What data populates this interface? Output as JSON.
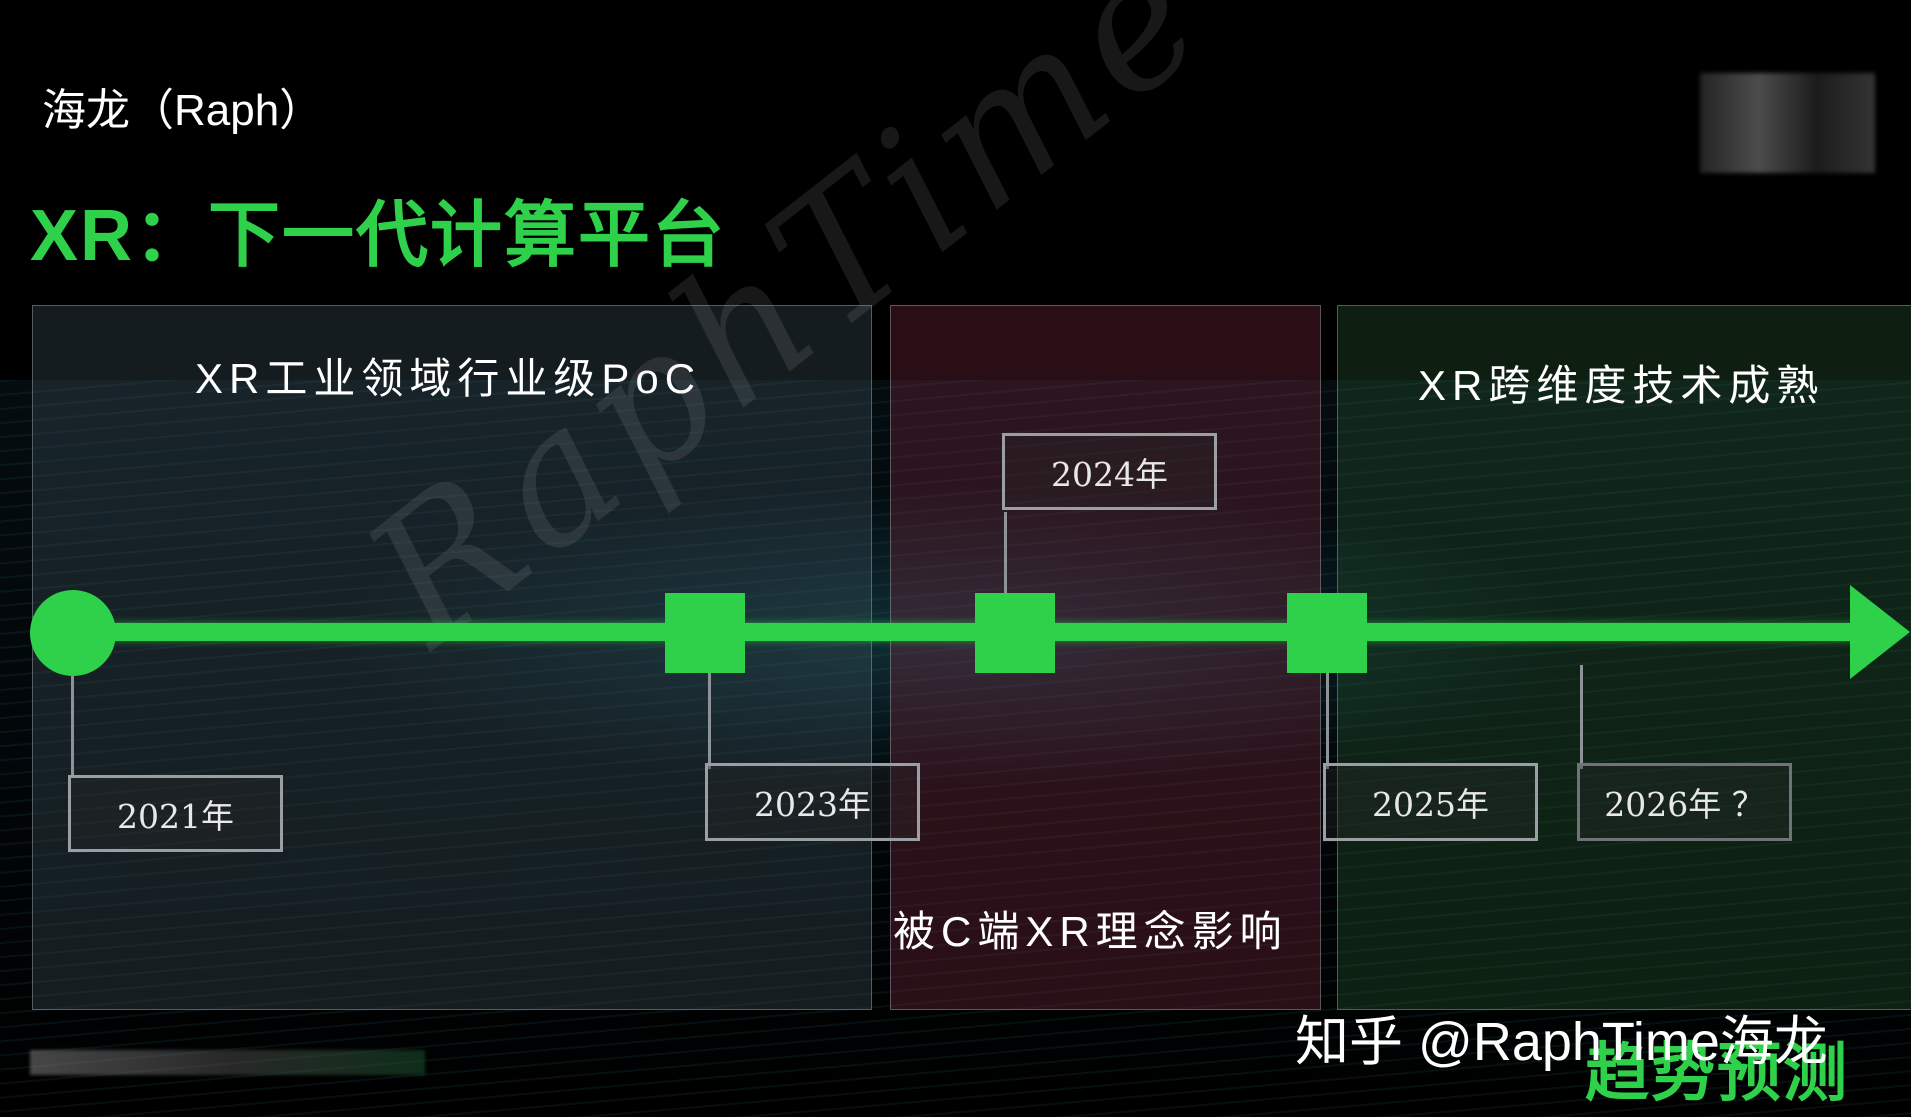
{
  "author": "海龙（Raph）",
  "title": "XR：下一代计算平台",
  "panels": [
    {
      "heading": "XR工业领域行业级PoC"
    },
    {
      "heading": "被C端XR理念影响"
    },
    {
      "heading": "XR跨维度技术成熟"
    }
  ],
  "years": [
    "2021年",
    "2023年",
    "2024年",
    "2025年",
    "2026年 ？"
  ],
  "watermark": "RaphTime",
  "footer_label": "趋势预测",
  "source": "知乎 @RaphTime海龙",
  "colors": {
    "accent": "#2fd14b",
    "background": "#000000"
  }
}
